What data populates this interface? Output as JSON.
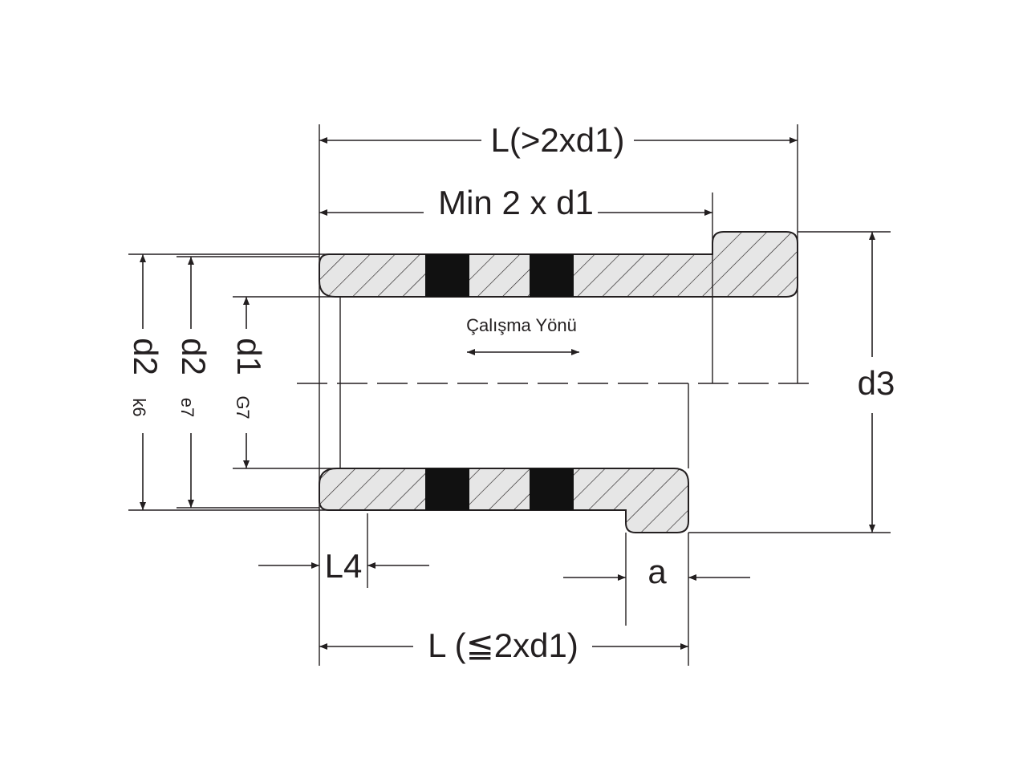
{
  "labels": {
    "overall_length_long": "L(>2xd1)",
    "min_length": "Min 2 x d1",
    "overall_length_short": "L (≦2xd1)",
    "l4": "L4",
    "a": "a",
    "d3": "d3",
    "d1": "d1",
    "d1_tolerance": "G7",
    "d2_e7": "d2",
    "d2_e7_tolerance": "e7",
    "d2_k6": "d2",
    "d2_k6_tolerance": "k6",
    "direction_note": "Çalışma Yönü"
  },
  "colors": {
    "line": "#231f20",
    "hatch_fill": "#e6e6e6",
    "seal": "#111111"
  }
}
